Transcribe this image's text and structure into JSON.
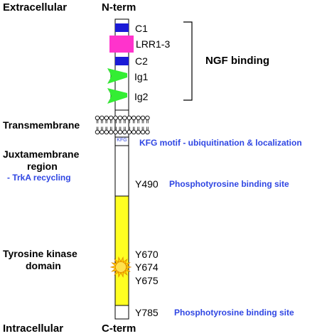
{
  "headers": {
    "left_top": "Extracellular",
    "center_top": "N-term",
    "left_bottom": "Intracellular",
    "center_bottom": "C-term"
  },
  "regions": {
    "transmembrane": "Transmembrane",
    "juxtamembrane_1": "Juxtamembrane",
    "juxtamembrane_2": "region",
    "trka_recycling": "- TrkA recycling",
    "kinase_1": "Tyrosine kinase",
    "kinase_2": "domain"
  },
  "domains": {
    "c1": "C1",
    "lrr": "LRR1-3",
    "c2": "C2",
    "ig1": "Ig1",
    "ig2": "Ig2",
    "ngf_binding": "NGF binding"
  },
  "kfg": {
    "box": "KFG",
    "motif": "KFG motif - ubiquitination & localization"
  },
  "residues": {
    "y490": "Y490",
    "y670": "Y670",
    "y674": "Y674",
    "y675": "Y675",
    "y785": "Y785"
  },
  "annotations": {
    "pbs1": "Phosphotyrosine binding site",
    "pbs2": "Phosphotyrosine binding site"
  },
  "colors": {
    "c_domain": "#1a1ad6",
    "lrr": "#ff33cc",
    "ig": "#33ee33",
    "kinase": "#ffff22",
    "membrane": "#000000",
    "annotation": "#2f46e3",
    "sun": "#ffcc00"
  }
}
